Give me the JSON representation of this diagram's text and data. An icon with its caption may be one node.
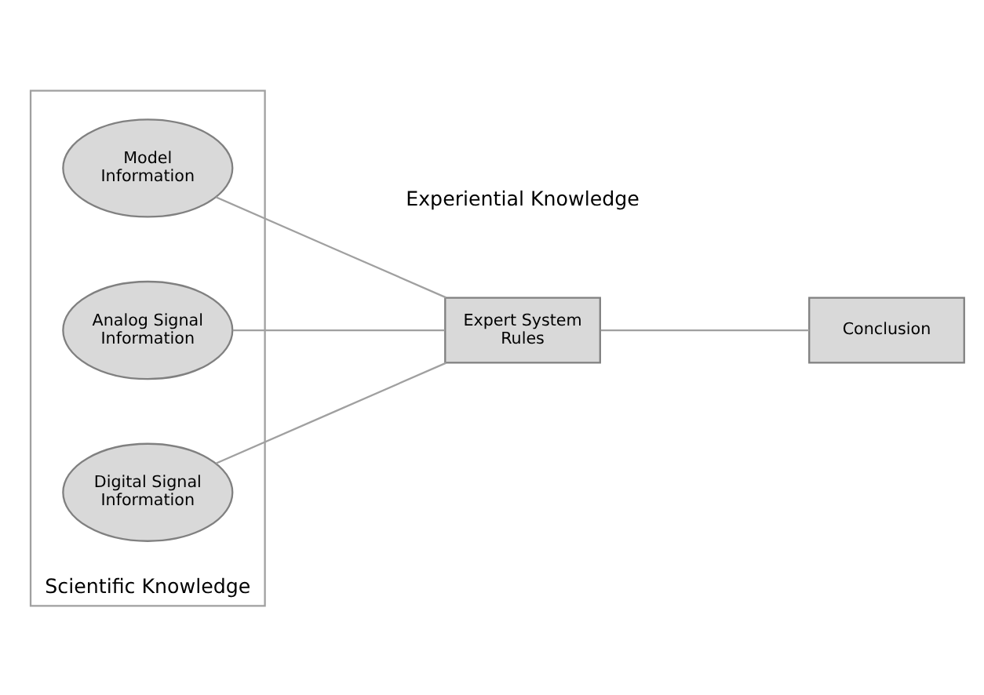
{
  "diagram": {
    "nodes": [
      {
        "text": [
          "Scientific Knowledge"
        ]
      },
      {
        "text": [
          "Model Information"
        ],
        "in": 0
      },
      {
        "text": [
          "Analog Signal Information"
        ],
        "in": 0
      },
      {
        "text": [
          "Digital Signal Information"
        ],
        "in": 0
      },
      {
        "text": [
          "Expert System Rules"
        ]
      },
      {
        "text": [
          "Conclusion"
        ]
      }
    ],
    "edges": [
      {
        "from": 1,
        "to": 4,
        "arrow": "none"
      },
      {
        "from": 2,
        "to": 4,
        "arrow": "none"
      },
      {
        "from": 3,
        "to": 4,
        "arrow": "none"
      },
      {
        "from": 4,
        "to": 5,
        "arrow": "none"
      }
    ],
    "labels": [
      "Experiential Knowledge"
    ]
  }
}
